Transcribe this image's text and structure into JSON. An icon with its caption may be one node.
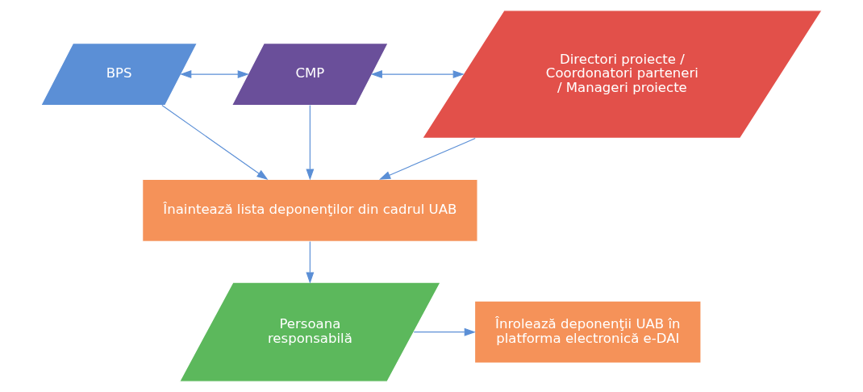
{
  "diagram": {
    "nodes": [
      {
        "text": [
          "BPS"
        ]
      },
      {
        "text": [
          "CMP"
        ]
      },
      {
        "text": [
          "Directori proiecte / Coordonatori parteneri / Manageri proiecte"
        ]
      },
      {
        "text": [
          "Înaintează lista deponenţilor din cadrul UAB"
        ]
      },
      {
        "text": [
          "Persoana responsabilă"
        ]
      },
      {
        "text": [
          "Înrolează deponenţii UAB în platforma electronică e-DAI"
        ]
      }
    ],
    "edges": [
      {
        "from": 0,
        "to": 1,
        "arrow": "both"
      },
      {
        "from": 1,
        "to": 2,
        "arrow": "both"
      },
      {
        "from": 0,
        "to": 3,
        "arrow": "to"
      },
      {
        "from": 1,
        "to": 3,
        "arrow": "to"
      },
      {
        "from": 2,
        "to": 3,
        "arrow": "to"
      },
      {
        "from": 3,
        "to": 4,
        "arrow": "to"
      },
      {
        "from": 4,
        "to": 5,
        "arrow": "to"
      }
    ]
  }
}
